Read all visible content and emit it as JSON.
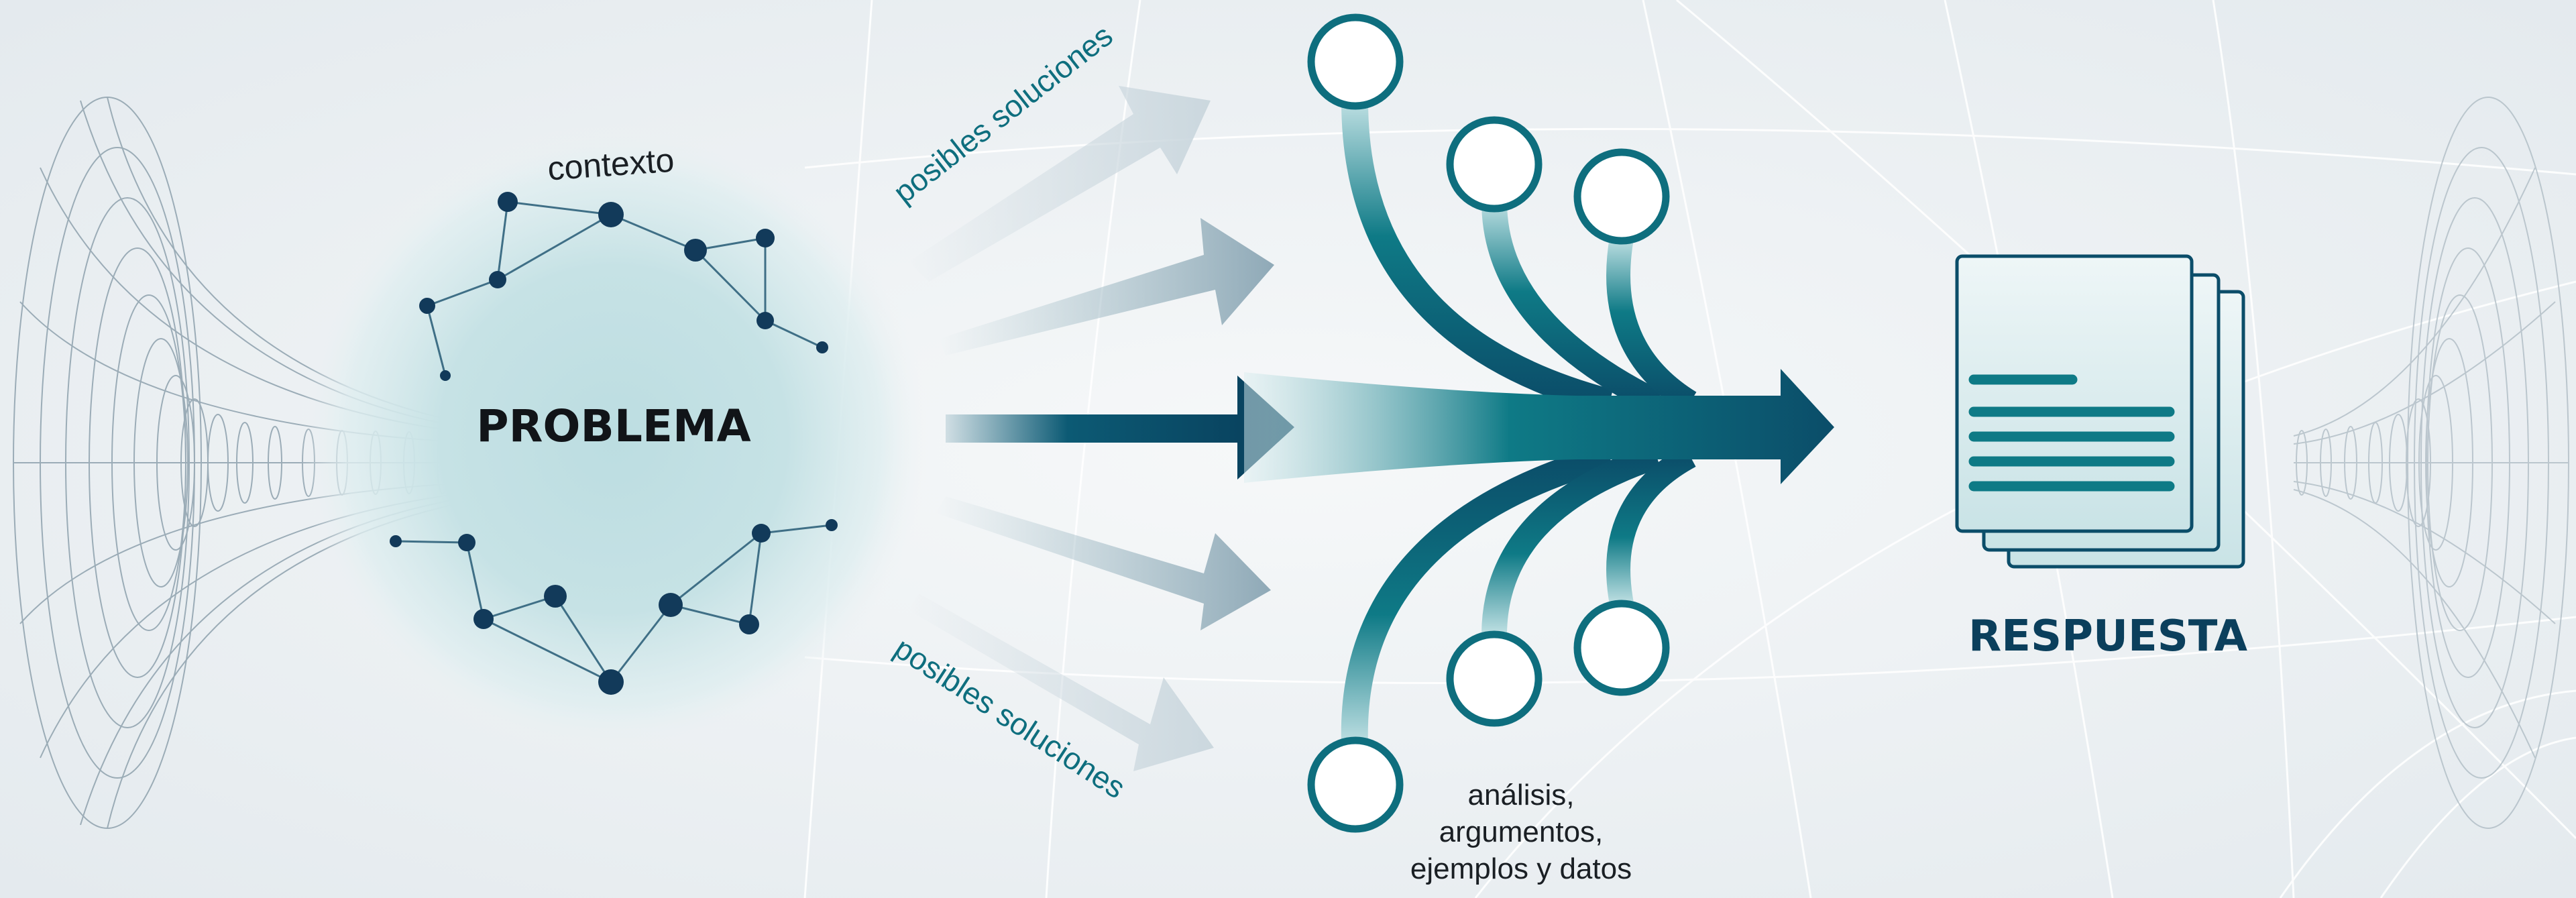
{
  "labels": {
    "context": "contexto",
    "problem": "PROBLEMA",
    "solutions_top": "posibles soluciones",
    "solutions_bottom": "posibles soluciones",
    "analysis_line1": "análisis,",
    "analysis_line2": "argumentos,",
    "analysis_line3": "ejemplos y datos",
    "answer": "RESPUESTA"
  },
  "colors": {
    "background": "#eef2f4",
    "dark_teal": "#0a4a66",
    "teal": "#0e7a86",
    "light_teal": "#bcdde1",
    "grid_line": "#ffffff",
    "node": "#123a5a"
  },
  "icons": {
    "left_funnel": "wireframe-vortex-icon",
    "right_funnel": "wireframe-vortex-icon",
    "document": "document-stack-icon",
    "source_circle": "circle-icon"
  }
}
